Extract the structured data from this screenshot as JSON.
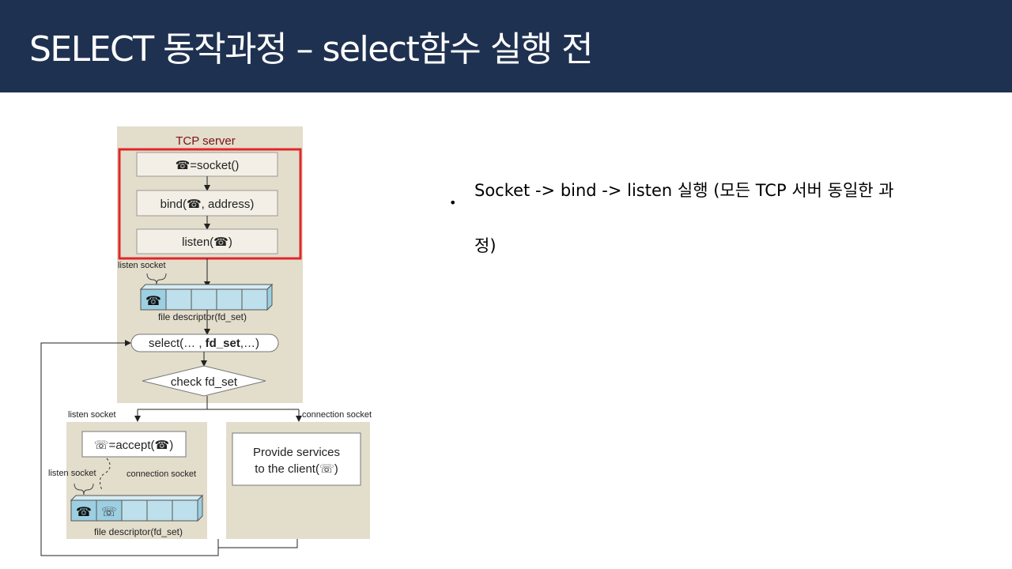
{
  "slide": {
    "title": "SELECT 동작과정 – select함수 실행 전",
    "bullet": "Socket -> bind -> listen 실행 (모든 TCP 서버 동일한 과정)"
  },
  "diagram": {
    "server_title": "TCP server",
    "steps": {
      "socket": "☎=socket()",
      "bind": "bind(☎, address)",
      "listen": "listen(☎)"
    },
    "listen_socket_label": "listen socket",
    "fd_set_caption": "file descriptor(fd_set)",
    "select_call_prefix": "select(… ,",
    "select_call_bold": "fd_set",
    "select_call_suffix": ",…)",
    "check_label": "check fd_set",
    "branch_left": "listen socket",
    "branch_right": "connection socket",
    "accept_label": "☏=accept(☎)",
    "lower_listen_socket": "listen socket",
    "lower_connection_socket": "connection socket",
    "lower_fd_caption": "file descriptor(fd_set)",
    "provide_line1": "Provide services",
    "provide_line2": "to the client(☏)",
    "phone_icon": "☎",
    "client_phone_icon": "☏"
  },
  "colors": {
    "title_bg": "#1f3150",
    "panel_bg": "#e3ddcc",
    "highlight_border": "#e0262a",
    "fd_cell": "#bde0ec",
    "server_title_color": "#7a1414"
  }
}
